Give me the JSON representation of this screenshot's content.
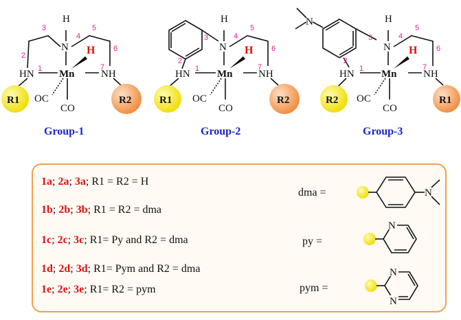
{
  "groups": [
    {
      "label": "Group-1",
      "numbers": [
        "1",
        "2",
        "3",
        "4",
        "5",
        "6",
        "7"
      ],
      "r_left": "R1",
      "r_right": "R2"
    },
    {
      "label": "Group-2",
      "numbers": [
        "1",
        "2",
        "3",
        "4",
        "5",
        "6",
        "7"
      ],
      "r_left": "R1",
      "r_right": "R2"
    },
    {
      "label": "Group-3",
      "numbers": [
        "1",
        "2",
        "3",
        "4",
        "5",
        "6",
        "7"
      ],
      "r_left": "R2",
      "r_right": "R1"
    }
  ],
  "atoms": {
    "metal": "Mn",
    "hydride": "H",
    "co": "CO",
    "oc": "OC",
    "nh_h": "H",
    "n": "N",
    "hn": "HN",
    "nh": "NH",
    "n_dimethyl": "N"
  },
  "legend": {
    "rows": [
      {
        "codes": [
          "1a",
          "2a",
          "3a"
        ],
        "text": "R1 =  R2 = H"
      },
      {
        "codes": [
          "1b",
          "2b",
          "3b"
        ],
        "text": "R1 = R2 = dma"
      },
      {
        "codes": [
          "1c",
          "2c",
          "3c"
        ],
        "text": "R1= Py and R2 = dma"
      },
      {
        "codes": [
          "1d",
          "2d",
          "3d"
        ],
        "text": "R1= Pym and R2 = dma"
      },
      {
        "codes": [
          "1e",
          "2e",
          "3e"
        ],
        "text": "R1= R2 =  pym"
      }
    ],
    "substituents": [
      {
        "label": "dma  =",
        "atom": "N"
      },
      {
        "label": "py  =",
        "atom": "N"
      },
      {
        "label": "pym  =",
        "atoms": [
          "N",
          "N"
        ]
      }
    ]
  },
  "colors": {
    "group_label": "#1a24c8",
    "highlight": "#e01010",
    "locant": "#e0209a",
    "r1_ball": "#f7ee1a",
    "r2_ball": "#f2994a",
    "box_border": "#f0a24a"
  }
}
